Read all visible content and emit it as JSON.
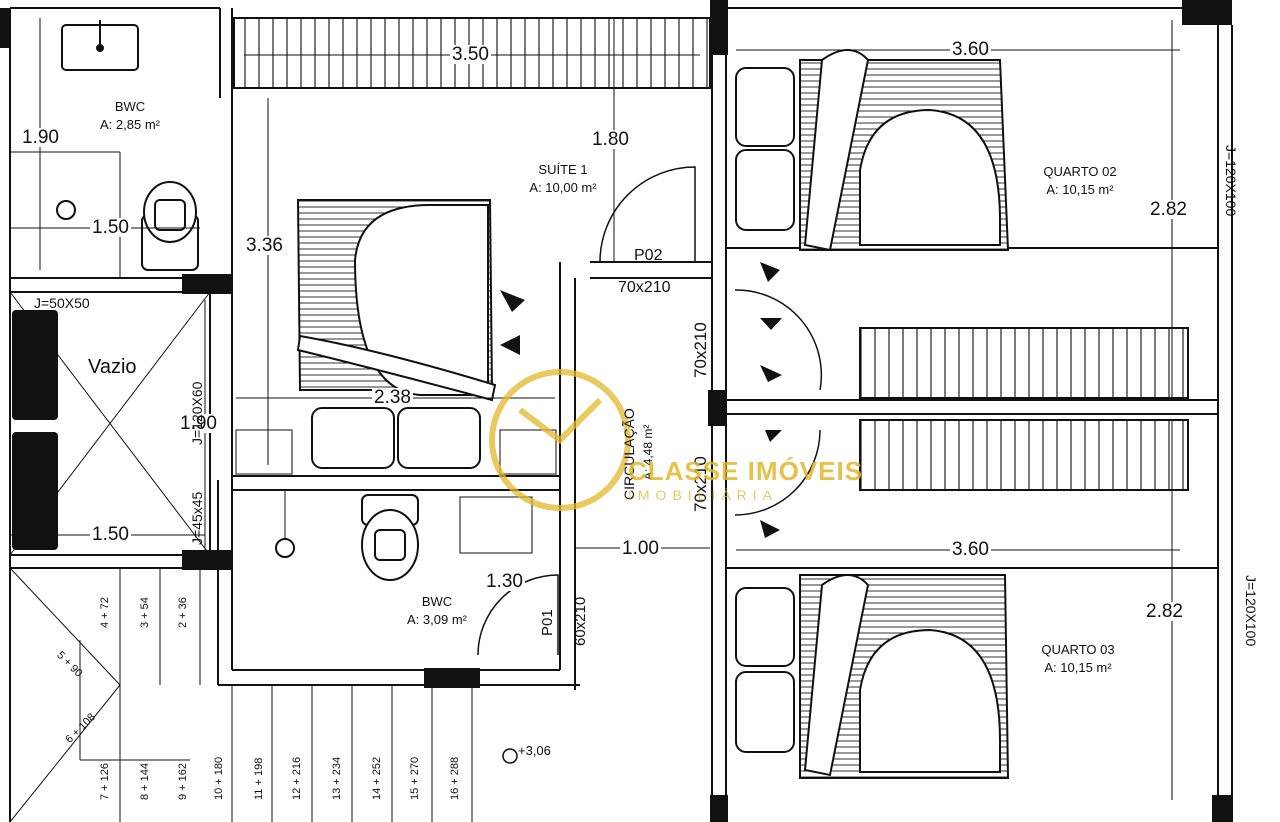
{
  "rooms": {
    "bwc_top": {
      "name": "BWC",
      "area": "A: 2,85 m²"
    },
    "suite": {
      "name": "SUÍTE 1",
      "area": "A: 10,00 m²"
    },
    "quarto2": {
      "name": "QUARTO 02",
      "area": "A: 10,15 m²"
    },
    "quarto3": {
      "name": "QUARTO 03",
      "area": "A: 10,15 m²"
    },
    "bwc_bottom": {
      "name": "BWC",
      "area": "A: 3,09 m²"
    },
    "vazio": {
      "name": "Vazio"
    },
    "circulacao": {
      "name": "CIRCULAÇÃO",
      "area": "A: 4,48 m²"
    }
  },
  "dimensions": {
    "suite_width": "3.50",
    "q2_width": "3.60",
    "q3_width": "3.60",
    "bwc_height": "1.90",
    "bwc_width": "1.50",
    "suite_depth": "1.80",
    "suite_left_height": "3.36",
    "bed_width": "2.38",
    "q2_height": "2.82",
    "q3_height": "2.82",
    "vazio_height": "1.90",
    "vazio_width": "1.50",
    "circ_width": "1.00",
    "bwc2_width": "1.30",
    "door_a": "70x210",
    "door_b": "70x210"
  },
  "doors": {
    "p02_code": "P02",
    "p02_size": "70x210",
    "p01_code": "P01",
    "p01_size": "60x210"
  },
  "windows": {
    "j_50": "J=50X50",
    "j_120_left": "J=120X60",
    "j_45": "J=45x45",
    "j_q2": "J=120X100",
    "j_q3": "J=120X100"
  },
  "level": "+3,06",
  "stairs": [
    {
      "n": "2 + 36"
    },
    {
      "n": "3 + 54"
    },
    {
      "n": "4 + 72"
    },
    {
      "n": "5 + 90"
    },
    {
      "n": "6 + 108"
    },
    {
      "n": "7 + 126"
    },
    {
      "n": "8 + 144"
    },
    {
      "n": "9 + 162"
    },
    {
      "n": "10 + 180"
    },
    {
      "n": "11 + 198"
    },
    {
      "n": "12 + 216"
    },
    {
      "n": "13 + 234"
    },
    {
      "n": "14 + 252"
    },
    {
      "n": "15 + 270"
    },
    {
      "n": "16 + 288"
    }
  ],
  "watermark": {
    "name": "CLASSE IMÓVEIS",
    "sub": "IMOBILIÁRIA"
  },
  "colors": {
    "line": "#111111",
    "watermark": "#e3b729"
  }
}
